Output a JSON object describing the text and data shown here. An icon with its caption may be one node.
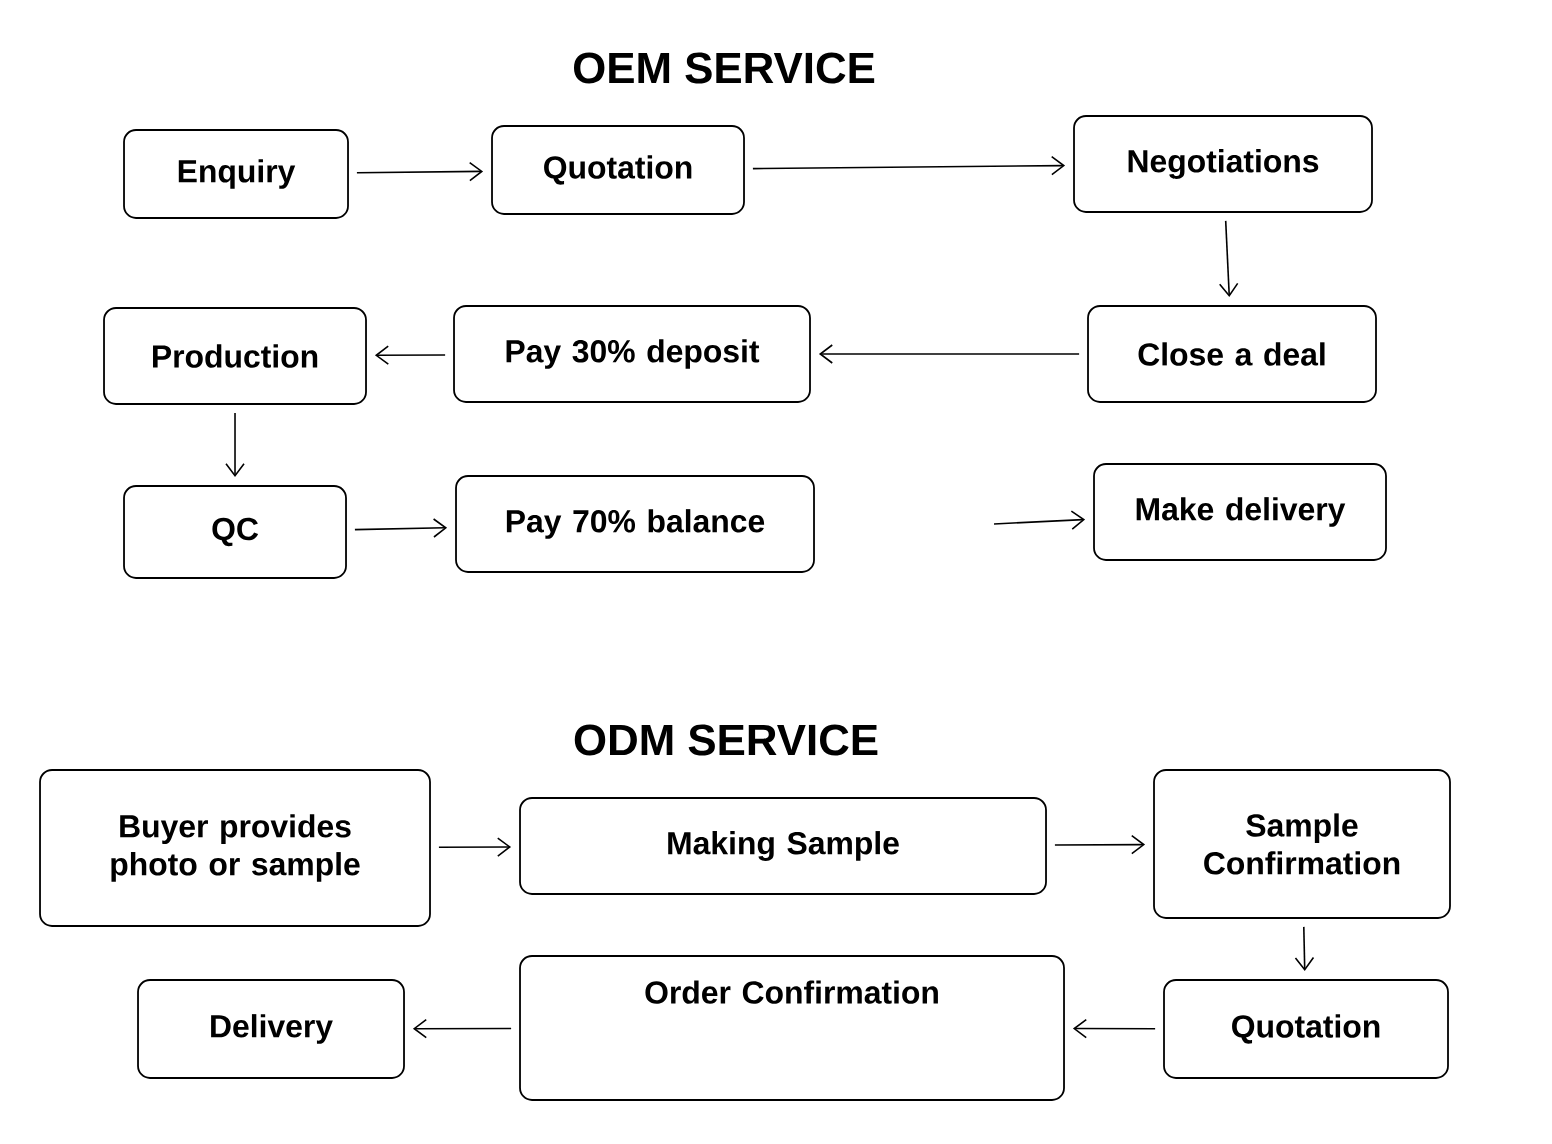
{
  "diagram": {
    "nodes": [
      {
        "text": [
          "Enquiry"
        ]
      },
      {
        "text": [
          "Quotation"
        ]
      },
      {
        "text": [
          "Negotiations"
        ]
      },
      {
        "text": [
          "Close a deal"
        ]
      },
      {
        "text": [
          "Pay 30% deposit"
        ]
      },
      {
        "text": [
          "Production"
        ]
      },
      {
        "text": [
          "QC"
        ]
      },
      {
        "text": [
          "Pay 70% balance"
        ]
      },
      {
        "text": [
          "Make delivery"
        ]
      },
      {
        "text": [
          "Buyer provides photo or sample"
        ]
      },
      {
        "text": [
          "Making Sample"
        ]
      },
      {
        "text": [
          "Sample Confirmation"
        ]
      },
      {
        "text": [
          "Quotation"
        ]
      },
      {
        "text": [
          "Order Confirmation"
        ]
      },
      {
        "text": [
          "Delivery"
        ]
      }
    ],
    "edges": [
      {
        "from": 0,
        "to": 1,
        "arrow": "to"
      },
      {
        "from": 1,
        "to": 2,
        "arrow": "to"
      },
      {
        "from": 2,
        "to": 3,
        "arrow": "to"
      },
      {
        "from": 3,
        "to": 4,
        "arrow": "to"
      },
      {
        "from": 4,
        "to": 5,
        "arrow": "to"
      },
      {
        "from": 5,
        "to": 6,
        "arrow": "to"
      },
      {
        "from": 6,
        "to": 7,
        "arrow": "to"
      },
      {
        "from": null,
        "to": 8,
        "arrow": "to"
      },
      {
        "from": 9,
        "to": 10,
        "arrow": "to"
      },
      {
        "from": 10,
        "to": 11,
        "arrow": "to"
      },
      {
        "from": 11,
        "to": 12,
        "arrow": "to"
      },
      {
        "from": 12,
        "to": 13,
        "arrow": "to"
      },
      {
        "from": 13,
        "to": 14,
        "arrow": "to"
      }
    ],
    "labels": [
      "OEM SERVICE",
      "ODM SERVICE"
    ]
  }
}
